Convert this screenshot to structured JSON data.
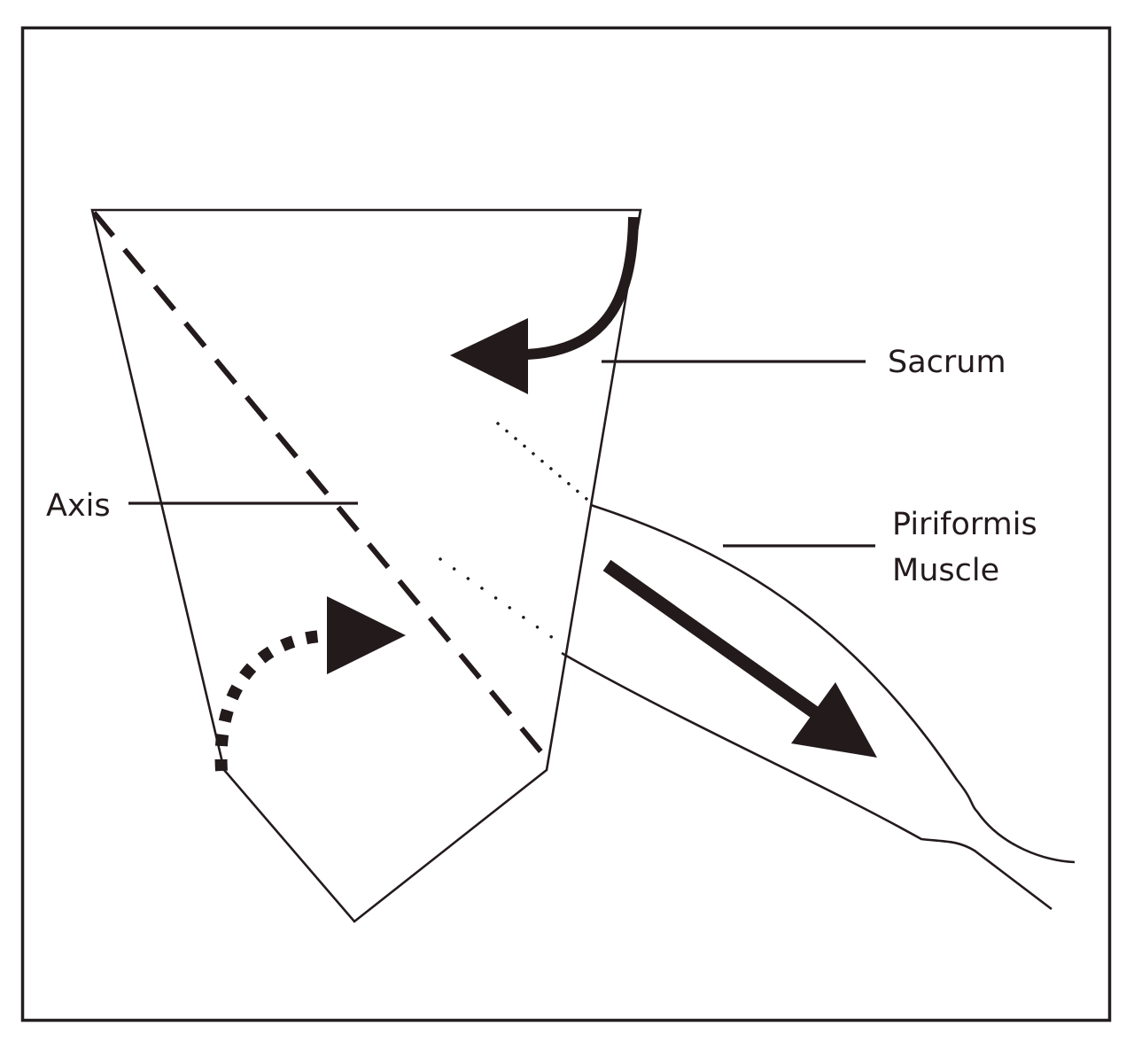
{
  "diagram": {
    "type": "anatomical-schematic",
    "subject": "Sacrum rotation driven by piriformis muscle",
    "colors": {
      "ink": "#231a1c",
      "frame": "#231f20",
      "background": "#ffffff"
    },
    "labels": {
      "sacrum": "Sacrum",
      "axis": "Axis",
      "piriformis_line1": "Piriformis",
      "piriformis_line2": "Muscle"
    },
    "elements": [
      {
        "id": "sacrum-outline",
        "shape": "pentagon-like polygon",
        "meaning": "sacrum bone"
      },
      {
        "id": "axis-line",
        "style": "dashed",
        "meaning": "rotation axis"
      },
      {
        "id": "rotation-arrow-upper",
        "style": "solid thick curved arrow",
        "direction": "counter-clockwise, pointing left"
      },
      {
        "id": "rotation-arrow-lower",
        "style": "dotted curved arrow",
        "direction": "clockwise, pointing right"
      },
      {
        "id": "pull-arrow",
        "style": "solid thick straight arrow",
        "direction": "down-right along muscle"
      },
      {
        "id": "piriformis-muscle",
        "style": "outline",
        "meaning": "piriformis muscle attached to sacrum"
      },
      {
        "id": "muscle-attachment-lines",
        "style": "dotted",
        "count": 2
      }
    ]
  }
}
